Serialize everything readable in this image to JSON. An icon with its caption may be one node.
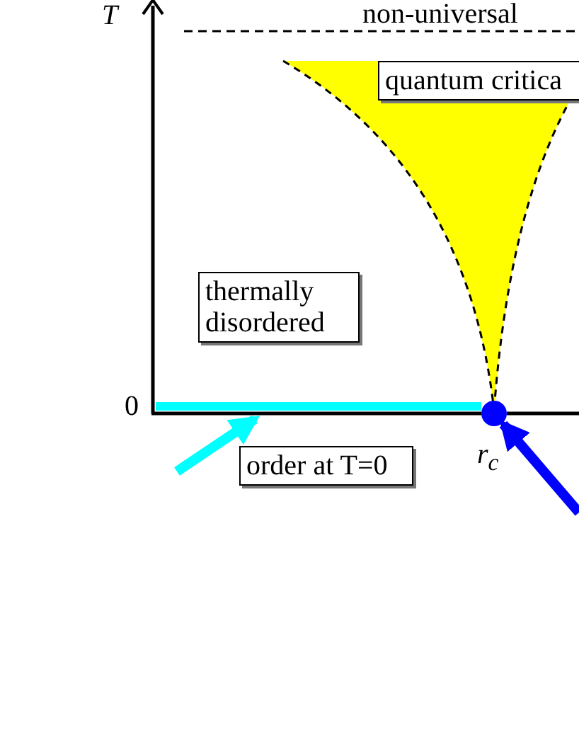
{
  "diagram": {
    "nodes": [
      {
        "text": [
          "quantum critica"
        ]
      },
      {
        "text": [
          "thermally disordered"
        ]
      },
      {
        "text": [
          "order at T=0"
        ]
      },
      {
        "text": [],
        "shape": "bar"
      },
      {
        "text": [],
        "shape": "circle",
        "beside": [
          "r$_{c}$"
        ]
      }
    ],
    "edges": [
      {
        "from": null,
        "to": 3,
        "arrow": "to",
        "color": "#00ffff"
      },
      {
        "from": null,
        "to": 4,
        "arrow": "to",
        "color": "#0000ff"
      }
    ],
    "labels": [
      "T",
      "non-universal",
      "0"
    ]
  }
}
